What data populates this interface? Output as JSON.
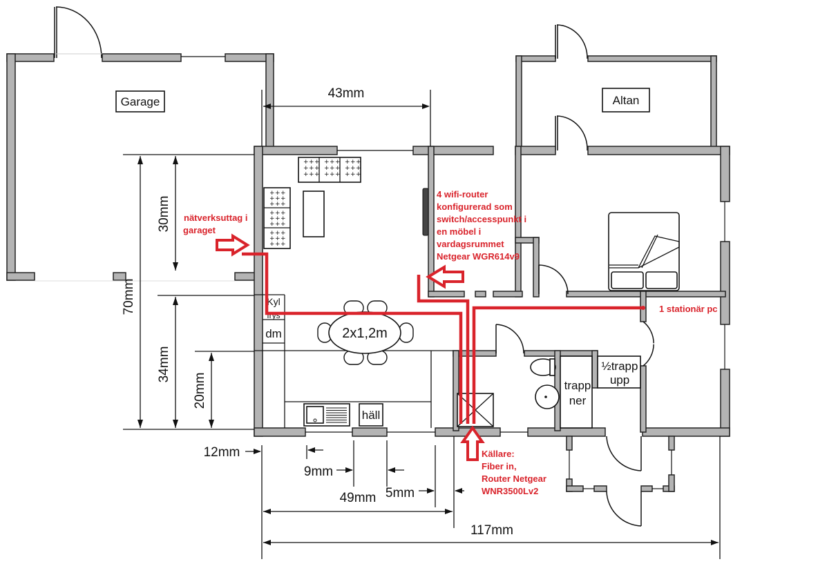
{
  "rooms": {
    "garage": "Garage",
    "altan": "Altan",
    "table": "2x1,2m",
    "fridge": "Kyl",
    "freezer": "frys",
    "dishwasher": "dm",
    "stove": "häll",
    "stairs_down_1": "trapp",
    "stairs_down_2": "ner",
    "stairs_up_1": "½trapp",
    "stairs_up_2": "upp"
  },
  "dimensions": {
    "d43": "43mm",
    "d30": "30mm",
    "d70": "70mm",
    "d34": "34mm",
    "d20": "20mm",
    "d12": "12mm",
    "d9": "9mm",
    "d49": "49mm",
    "d5": "5mm",
    "d117": "117mm"
  },
  "annotations": {
    "garage_outlet": [
      "nätverksuttag i",
      "garaget"
    ],
    "wifi_router": [
      "4 wifi-router",
      "konfigurerad som",
      "switch/accesspunkt i",
      "en möbel i",
      "vardagsrummet",
      "Netgear WGR614v9"
    ],
    "stationary_pc": "1 stationär pc",
    "basement": [
      "Källare:",
      "Fiber in,",
      "Router Netgear",
      "WNR3500Lv2"
    ]
  },
  "colors": {
    "network_cable": "#d9232b",
    "wall_fill": "#b4b4b4",
    "line": "#111111"
  }
}
